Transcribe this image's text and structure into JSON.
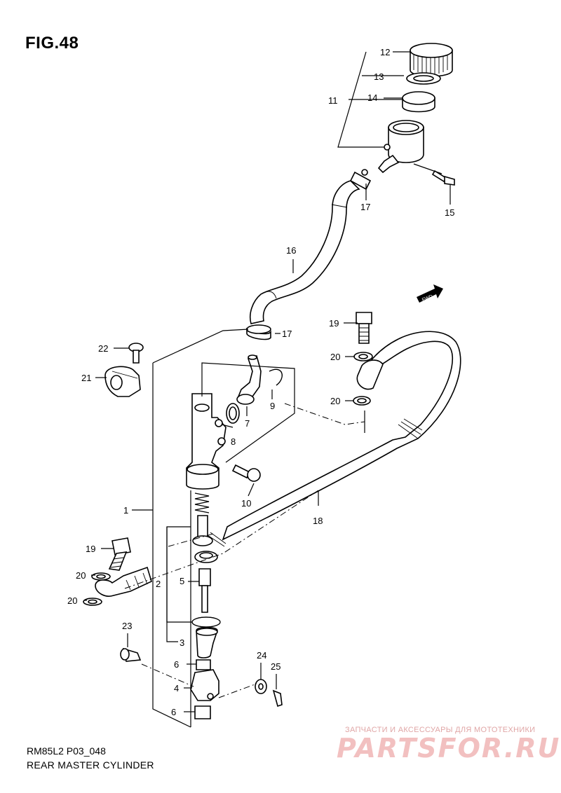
{
  "figure": {
    "title": "FIG.48",
    "model_code": "RM85L2 P03_048",
    "caption": "REAR MASTER CYLINDER"
  },
  "callouts": [
    {
      "id": "c1",
      "label": "1"
    },
    {
      "id": "c2",
      "label": "2"
    },
    {
      "id": "c3",
      "label": "3"
    },
    {
      "id": "c4",
      "label": "4"
    },
    {
      "id": "c5",
      "label": "5"
    },
    {
      "id": "c6a",
      "label": "6"
    },
    {
      "id": "c6b",
      "label": "6"
    },
    {
      "id": "c7",
      "label": "7"
    },
    {
      "id": "c8",
      "label": "8"
    },
    {
      "id": "c9",
      "label": "9"
    },
    {
      "id": "c10",
      "label": "10"
    },
    {
      "id": "c11",
      "label": "11"
    },
    {
      "id": "c12",
      "label": "12"
    },
    {
      "id": "c13",
      "label": "13"
    },
    {
      "id": "c14",
      "label": "14"
    },
    {
      "id": "c15",
      "label": "15"
    },
    {
      "id": "c16",
      "label": "16"
    },
    {
      "id": "c17a",
      "label": "17"
    },
    {
      "id": "c17b",
      "label": "17"
    },
    {
      "id": "c18",
      "label": "18"
    },
    {
      "id": "c19a",
      "label": "19"
    },
    {
      "id": "c19b",
      "label": "19"
    },
    {
      "id": "c20a",
      "label": "20"
    },
    {
      "id": "c20b",
      "label": "20"
    },
    {
      "id": "c20c",
      "label": "20"
    },
    {
      "id": "c20d",
      "label": "20"
    },
    {
      "id": "c21",
      "label": "21"
    },
    {
      "id": "c22",
      "label": "22"
    },
    {
      "id": "c23",
      "label": "23"
    },
    {
      "id": "c24",
      "label": "24"
    },
    {
      "id": "c25",
      "label": "25"
    }
  ],
  "fwd_mark": "FWD",
  "watermark": {
    "tagline": "ЗАПЧАСТИ И АКСЕССУАРЫ ДЛЯ МОТОТЕХНИКИ",
    "logo": "PARTSFOR.RU"
  }
}
